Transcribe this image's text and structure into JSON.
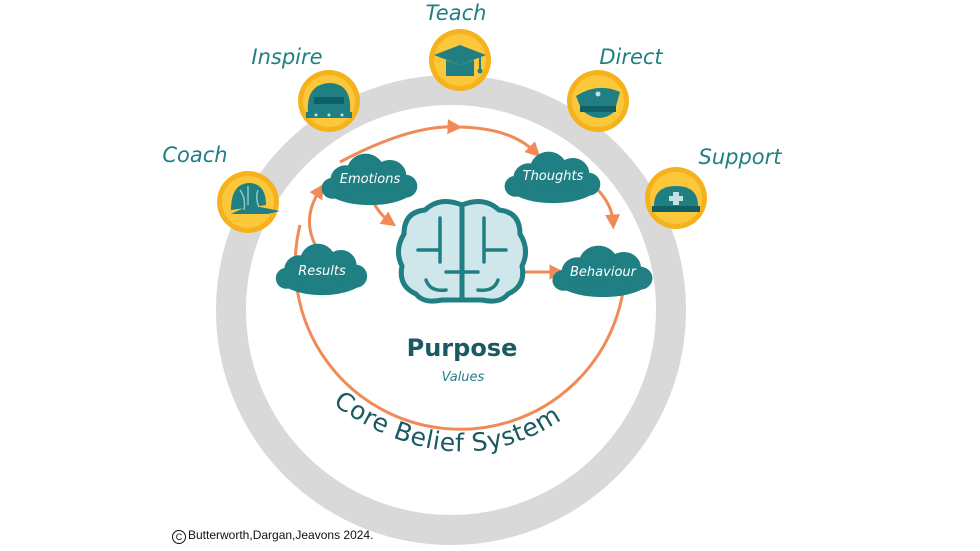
{
  "roles": [
    {
      "label": "Coach",
      "icon": "cap-icon"
    },
    {
      "label": "Inspire",
      "icon": "helmet-icon"
    },
    {
      "label": "Teach",
      "icon": "graduation-cap-icon"
    },
    {
      "label": "Direct",
      "icon": "officer-hat-icon"
    },
    {
      "label": "Support",
      "icon": "nurse-cap-icon"
    }
  ],
  "cycle": {
    "emotions": "Emotions",
    "thoughts": "Thoughts",
    "behaviour": "Behaviour",
    "results": "Results"
  },
  "center": {
    "purpose": "Purpose",
    "values": "Values",
    "icon": "brain-icon"
  },
  "core": "Core Belief System",
  "copyright": "Butterworth,Dargan,Jeavons 2024.",
  "colors": {
    "teal": "#1f7f83",
    "orange": "#f08a56",
    "gold": "#f5b21c",
    "gray_ring": "#d9d9d9"
  }
}
